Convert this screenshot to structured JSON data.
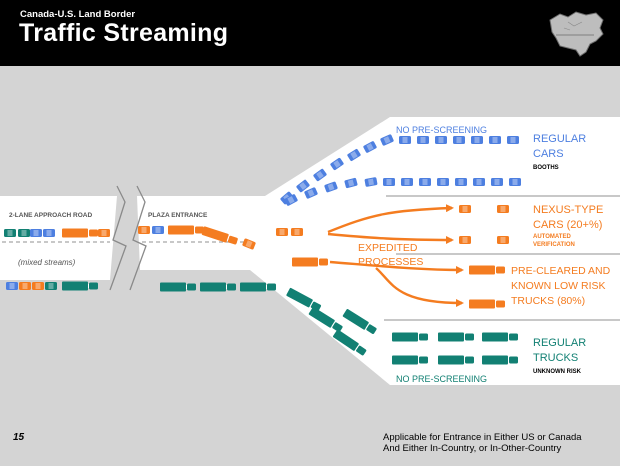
{
  "header": {
    "supertitle": "Canada-U.S. Land Border",
    "title": "Traffic Streaming",
    "icon": "north-america-map-icon"
  },
  "labels": {
    "approach_road": "2-LANE APPROACH ROAD",
    "mixed_streams": "(mixed streams)",
    "plaza_entrance": "PLAZA ENTRANCE",
    "no_prescreening_top": "NO PRE-SCREENING",
    "no_prescreening_bottom": "NO PRE-SCREENING",
    "expedited_1": "EXPEDITED",
    "expedited_2": "PROCESSES"
  },
  "lanes": {
    "regular_cars": {
      "line1": "REGULAR",
      "line2": "CARS",
      "sub": "BOOTHS"
    },
    "nexus_cars": {
      "line1": "NEXUS-TYPE",
      "line2": "CARS (20+%)",
      "sub1": "AUTOMATED",
      "sub2": "VERIFICATION"
    },
    "precleared_trucks": {
      "line1": "PRE-CLEARED AND",
      "line2": "KNOWN LOW RISK",
      "line3": "TRUCKS (80%)"
    },
    "regular_trucks": {
      "line1": "REGULAR",
      "line2": "TRUCKS",
      "sub": "UNKNOWN RISK"
    }
  },
  "colors": {
    "car_blue": "#4d7fe0",
    "orange": "#f47c20",
    "truck_teal": "#128073",
    "header_bg": "#000000",
    "slide_bg": "#d4d4d4",
    "road": "#ffffff"
  },
  "footer": {
    "slide_number": "15",
    "note_line1": "Applicable for Entrance in Either US or Canada",
    "note_line2": "And Either In-Country, or In-Other-Country"
  }
}
